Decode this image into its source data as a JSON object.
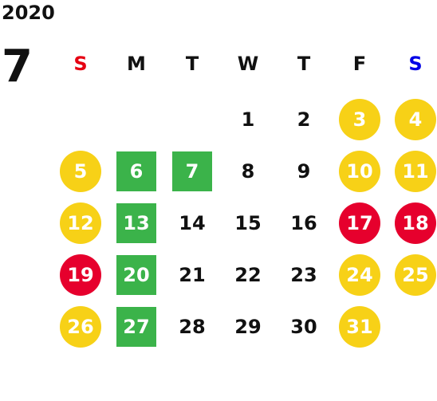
{
  "calendar": {
    "year": "2020",
    "month": "7",
    "weekdays": [
      "S",
      "M",
      "T",
      "W",
      "T",
      "F",
      "S"
    ],
    "weekday_colors": [
      "#e60012",
      "#111111",
      "#111111",
      "#111111",
      "#111111",
      "#111111",
      "#0000e6"
    ],
    "days": [
      {
        "n": "1",
        "col": 3,
        "row": 0,
        "style": "plain"
      },
      {
        "n": "2",
        "col": 4,
        "row": 0,
        "style": "plain"
      },
      {
        "n": "3",
        "col": 5,
        "row": 0,
        "style": "circle-yellow"
      },
      {
        "n": "4",
        "col": 6,
        "row": 0,
        "style": "circle-yellow"
      },
      {
        "n": "5",
        "col": 0,
        "row": 1,
        "style": "circle-yellow"
      },
      {
        "n": "6",
        "col": 1,
        "row": 1,
        "style": "square-green"
      },
      {
        "n": "7",
        "col": 2,
        "row": 1,
        "style": "square-green"
      },
      {
        "n": "8",
        "col": 3,
        "row": 1,
        "style": "plain"
      },
      {
        "n": "9",
        "col": 4,
        "row": 1,
        "style": "plain"
      },
      {
        "n": "10",
        "col": 5,
        "row": 1,
        "style": "circle-yellow"
      },
      {
        "n": "11",
        "col": 6,
        "row": 1,
        "style": "circle-yellow"
      },
      {
        "n": "12",
        "col": 0,
        "row": 2,
        "style": "circle-yellow"
      },
      {
        "n": "13",
        "col": 1,
        "row": 2,
        "style": "square-green"
      },
      {
        "n": "14",
        "col": 2,
        "row": 2,
        "style": "plain"
      },
      {
        "n": "15",
        "col": 3,
        "row": 2,
        "style": "plain"
      },
      {
        "n": "16",
        "col": 4,
        "row": 2,
        "style": "plain"
      },
      {
        "n": "17",
        "col": 5,
        "row": 2,
        "style": "circle-red"
      },
      {
        "n": "18",
        "col": 6,
        "row": 2,
        "style": "circle-red"
      },
      {
        "n": "19",
        "col": 0,
        "row": 3,
        "style": "circle-red"
      },
      {
        "n": "20",
        "col": 1,
        "row": 3,
        "style": "square-green"
      },
      {
        "n": "21",
        "col": 2,
        "row": 3,
        "style": "plain"
      },
      {
        "n": "22",
        "col": 3,
        "row": 3,
        "style": "plain"
      },
      {
        "n": "23",
        "col": 4,
        "row": 3,
        "style": "plain"
      },
      {
        "n": "24",
        "col": 5,
        "row": 3,
        "style": "circle-yellow"
      },
      {
        "n": "25",
        "col": 6,
        "row": 3,
        "style": "circle-yellow"
      },
      {
        "n": "26",
        "col": 0,
        "row": 4,
        "style": "circle-yellow"
      },
      {
        "n": "27",
        "col": 1,
        "row": 4,
        "style": "square-green"
      },
      {
        "n": "28",
        "col": 2,
        "row": 4,
        "style": "plain"
      },
      {
        "n": "29",
        "col": 3,
        "row": 4,
        "style": "plain"
      },
      {
        "n": "30",
        "col": 4,
        "row": 4,
        "style": "plain"
      },
      {
        "n": "31",
        "col": 5,
        "row": 4,
        "style": "circle-yellow"
      }
    ]
  }
}
